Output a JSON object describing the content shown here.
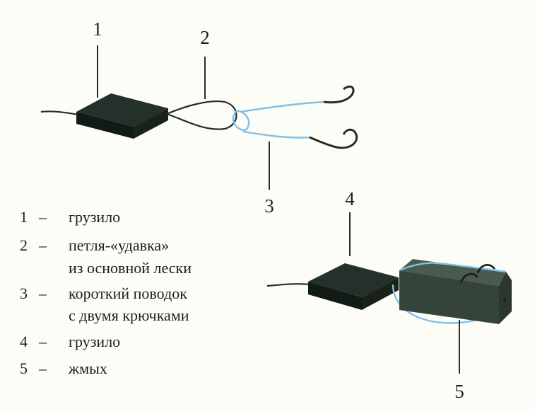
{
  "callouts": [
    {
      "id": "1",
      "text": "1"
    },
    {
      "id": "2",
      "text": "2"
    },
    {
      "id": "3",
      "text": "3"
    },
    {
      "id": "4",
      "text": "4"
    },
    {
      "id": "5",
      "text": "5"
    }
  ],
  "legend": {
    "dash": "–",
    "items": [
      {
        "num": "1",
        "line1": "грузило"
      },
      {
        "num": "2",
        "line1": "петля-«удавка»",
        "line2": "из основной лески"
      },
      {
        "num": "3",
        "line1": "короткий поводок",
        "line2": "с двумя крючками"
      },
      {
        "num": "4",
        "line1": "грузило"
      },
      {
        "num": "5",
        "line1": "жмых"
      }
    ]
  },
  "colors": {
    "line": "#2a2a2a",
    "leader": "#7fc0ea",
    "sinker": "#1a2a22",
    "cake": "#3a4a3e",
    "background": "#fdfdf8"
  }
}
